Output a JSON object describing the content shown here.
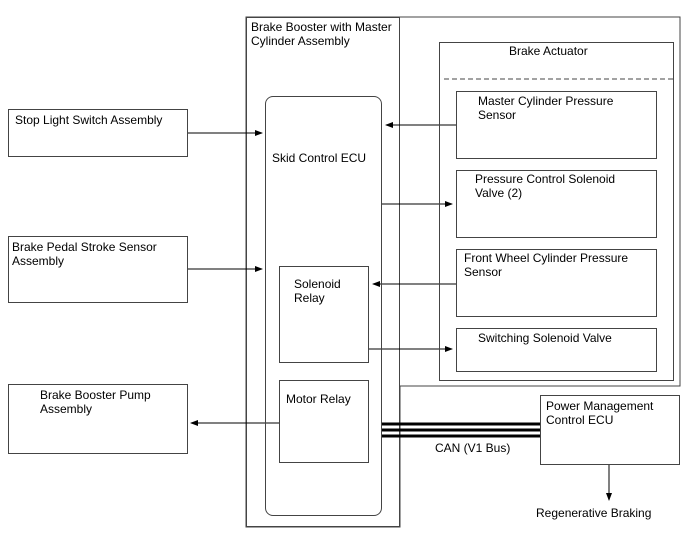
{
  "diagram": {
    "brake_booster_title": "Brake Booster with Master\nCylinder Assembly",
    "brake_actuator_title": "Brake Actuator",
    "skid_control_ecu": "Skid Control ECU",
    "solenoid_relay": "Solenoid\nRelay",
    "motor_relay": "Motor Relay",
    "stop_light_switch": "Stop Light Switch Assembly",
    "brake_pedal_sensor": "Brake Pedal Stroke Sensor\nAssembly",
    "brake_booster_pump": "Brake Booster Pump\nAssembly",
    "master_cylinder_sensor": "Master Cylinder Pressure\nSensor",
    "pressure_control_valve": "Pressure Control Solenoid\nValve (2)",
    "front_wheel_sensor": "Front Wheel Cylinder Pressure\nSensor",
    "switching_valve": "Switching Solenoid Valve",
    "power_management_ecu": "Power Management\nControl ECU",
    "can_bus": "CAN (V1 Bus)",
    "regenerative_braking": "Regenerative Braking"
  }
}
